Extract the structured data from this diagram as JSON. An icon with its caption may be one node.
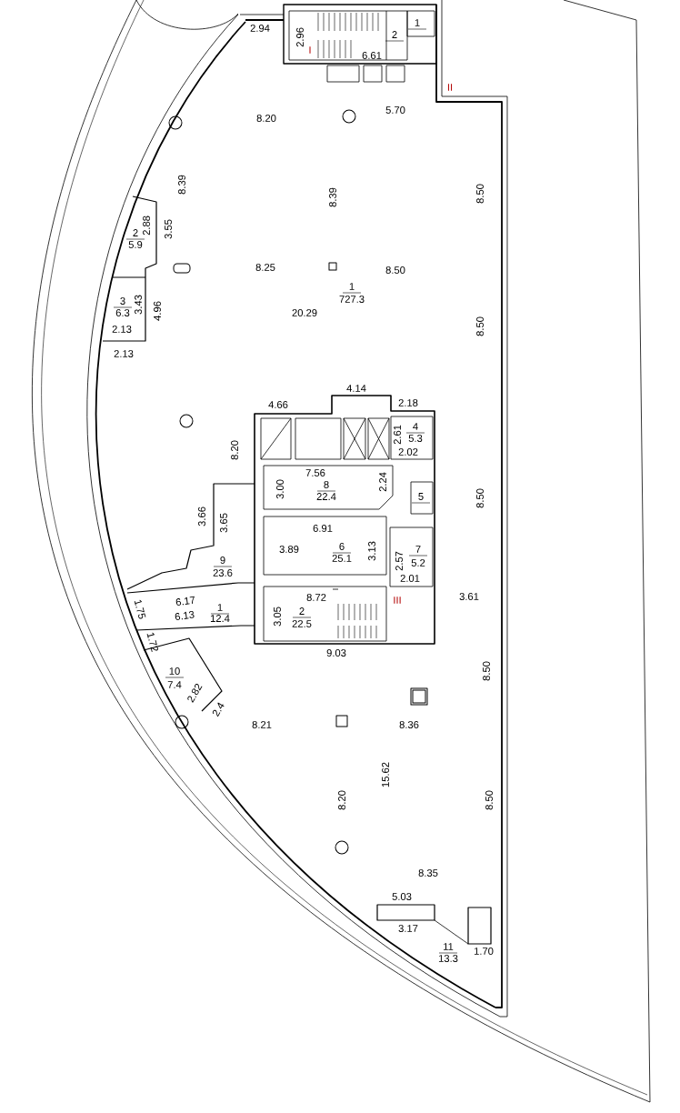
{
  "diagram": {
    "labels": [
      "2.94",
      "2.96",
      "2",
      "1",
      "I",
      "6.61",
      "II",
      "5.70",
      "8.20",
      "8.39",
      "8.39",
      "8.50",
      "2.88",
      "3.55",
      "2",
      "5.9",
      "8.25",
      "8.50",
      "1",
      "727.3",
      "3",
      "3.43",
      "6.3",
      "4.96",
      "20.29",
      "8.50",
      "2.13",
      "2.13",
      "4.14",
      "2.18",
      "4.66",
      "4",
      "2.61",
      "5.3",
      "8.20",
      "2.02",
      "7.56",
      "8",
      "2.24",
      "3.00",
      "22.4",
      "5",
      "8.50",
      "3.66",
      "3.65",
      "6.91",
      "6",
      "3.89",
      "7",
      "3.13",
      "25.1",
      "9",
      "2.57",
      "5.2",
      "23.6",
      "2.01",
      "8.72",
      "III",
      "3.61",
      "6.17",
      "1.75",
      "1",
      "2",
      "6.13",
      "3.05",
      "12.4",
      "22.5",
      "1.72",
      "9.03",
      "8.50",
      "10",
      "7.4",
      "2.82",
      "2.4",
      "8.21",
      "8.36",
      "15.62",
      "8.20",
      "8.50",
      "8.35",
      "5.03",
      "3.17",
      "11",
      "1.70",
      "13.3"
    ]
  }
}
